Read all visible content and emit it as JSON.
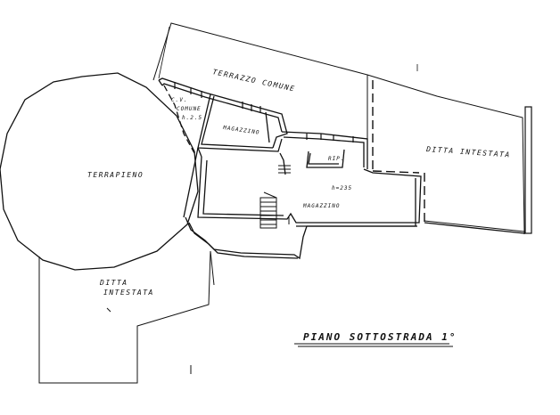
{
  "plan": {
    "title": "PIANO SOTTOSTRADA 1°",
    "labels": {
      "terrazzo_comune": "TERRAZZO COMUNE",
      "terrapieno": "TERRAPIENO",
      "ditta_intestata_right": "DITTA INTESTATA",
      "ditta_intestata_left_1": "DITTA",
      "ditta_intestata_left_2": "INTESTATA",
      "magazzino_upper": "MAGAZZINO",
      "magazzino_lower": "MAGAZZINO",
      "rip": "RIP.",
      "height": "h=235",
      "cv_comune_1": "C.V.",
      "cv_comune_2": "COMUNE",
      "cv_comune_3": "h.2.5"
    }
  }
}
